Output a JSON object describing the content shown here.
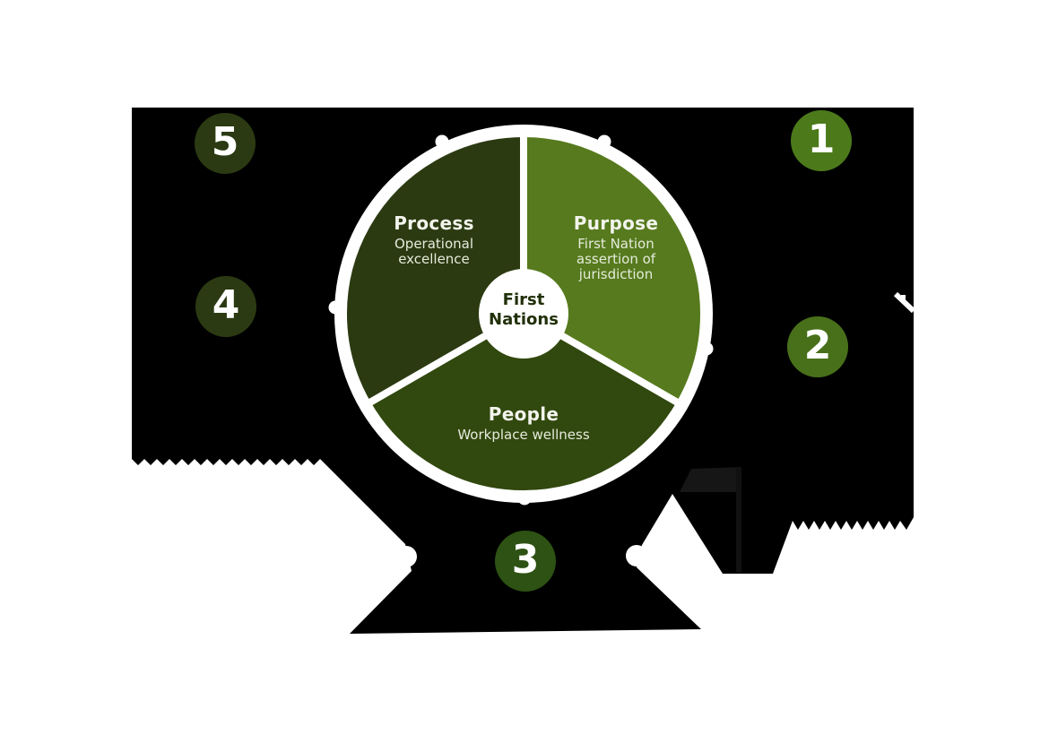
{
  "diagram": {
    "title_hidden": "",
    "center": {
      "label": "First Nations"
    },
    "segments": [
      {
        "name": "Purpose",
        "description": "First Nation assertion of jurisdiction",
        "color": "#567a1d"
      },
      {
        "name": "People",
        "description": "Workplace wellness",
        "color": "#31480e"
      },
      {
        "name": "Process",
        "description": "Operational excellence",
        "color": "#2b3a11"
      }
    ],
    "steps": [
      {
        "number": "1",
        "color": "#4c7a1b"
      },
      {
        "number": "2",
        "color": "#48701a"
      },
      {
        "number": "3",
        "color": "#2d5214"
      },
      {
        "number": "4",
        "color": "#2b3a12"
      },
      {
        "number": "5",
        "color": "#2b3a12"
      }
    ],
    "colors": {
      "silhouette": "#000000",
      "ring": "#ffffff",
      "hub": "#ffffff",
      "connector_dot": "#ffffff",
      "center_text": "#213009",
      "flag_icon": "#161616"
    }
  }
}
